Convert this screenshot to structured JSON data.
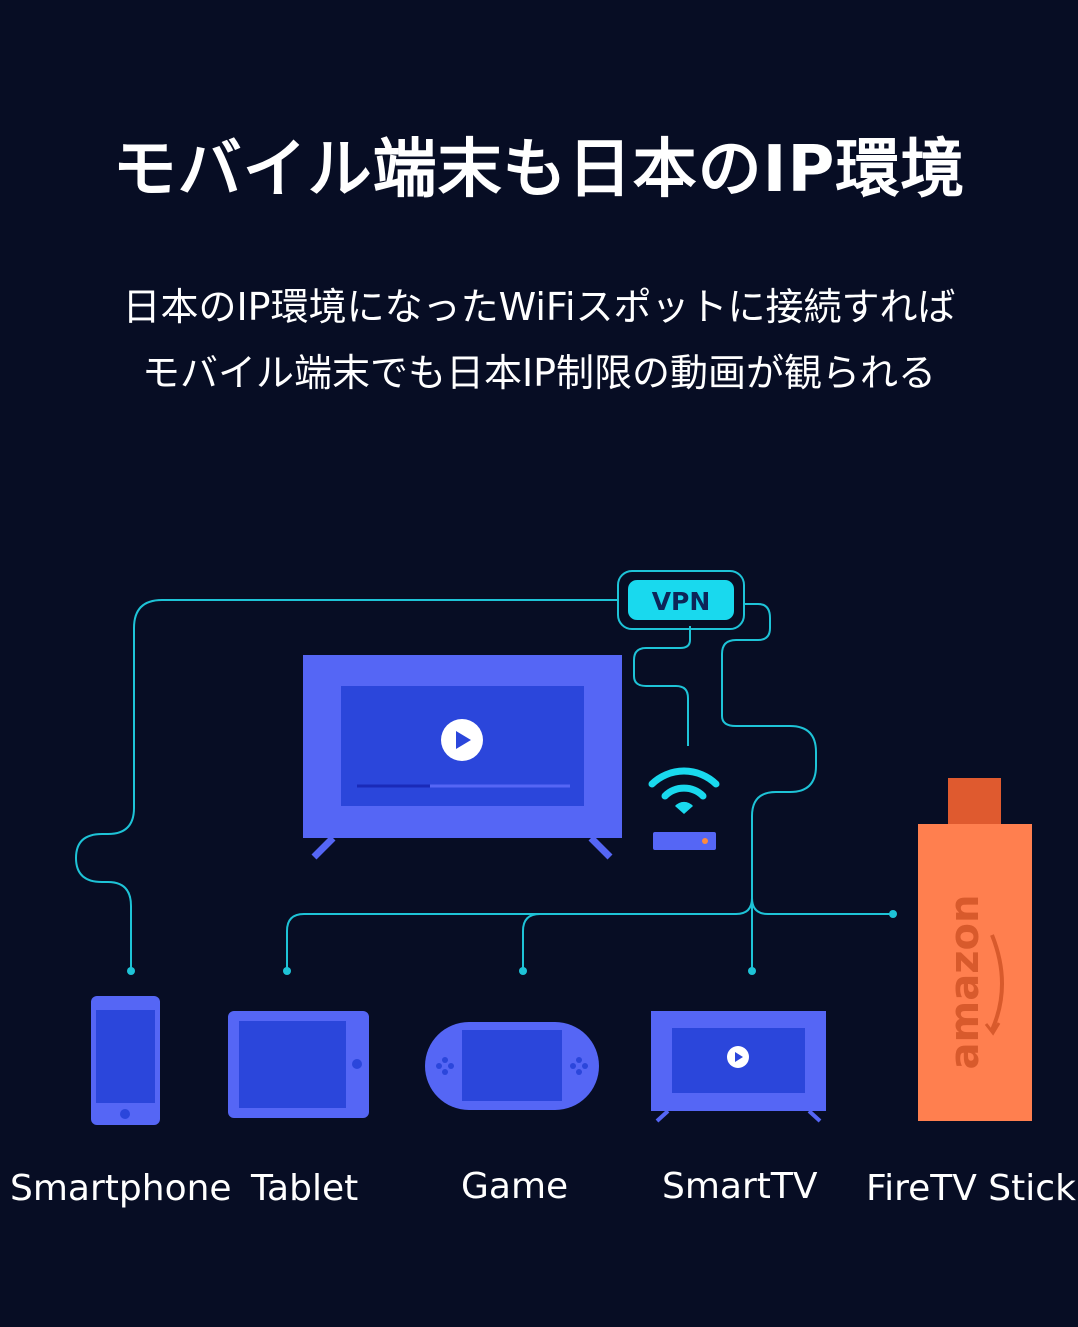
{
  "header": {
    "title": "モバイル端末も日本のIP環境",
    "subtitle_line1": "日本のIP環境になったWiFiスポットに接続すれば",
    "subtitle_line2": "モバイル端末でも日本IP制限の動画が観られる"
  },
  "diagram": {
    "vpn_label": "VPN",
    "amazon_text": "amazon",
    "devices": [
      {
        "label": "Smartphone",
        "icon": "smartphone-icon"
      },
      {
        "label": "Tablet",
        "icon": "tablet-icon"
      },
      {
        "label": "Game",
        "icon": "game-console-icon"
      },
      {
        "label": "SmartTV",
        "icon": "smart-tv-icon"
      },
      {
        "label": "FireTV Stick",
        "icon": "firetv-stick-icon"
      }
    ],
    "colors": {
      "background": "#070d24",
      "device_blue": "#5566f5",
      "screen_blue": "#2b46db",
      "line_cyan": "#1ec3d7",
      "vpn_fill": "#19d9ee",
      "stick_orange": "#ff7f4f",
      "stick_connector": "#df5a2f"
    }
  }
}
